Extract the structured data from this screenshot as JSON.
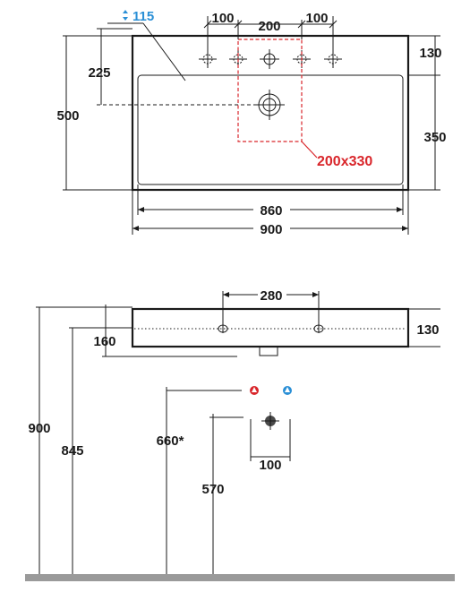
{
  "colors": {
    "red_accent": "#d9262b",
    "blue_accent": "#2a8fd6",
    "line": "#1a1a1a",
    "floor": "#9a9a9a"
  },
  "top_view": {
    "overflow_dim": "115",
    "tap_spacing_left": "100",
    "tap_spacing_center": "200",
    "tap_spacing_right": "100",
    "front_offset": "225",
    "total_depth": "500",
    "back_band": "130",
    "basin_depth": "350",
    "cutout_size": "200x330",
    "inner_width": "860",
    "total_width": "900"
  },
  "side_view": {
    "hole_spacing": "280",
    "basin_height": "130",
    "drop_height": "160",
    "height_900": "900",
    "height_845": "845",
    "supply_height": "660*",
    "drain_height": "570",
    "drain_width": "100"
  }
}
